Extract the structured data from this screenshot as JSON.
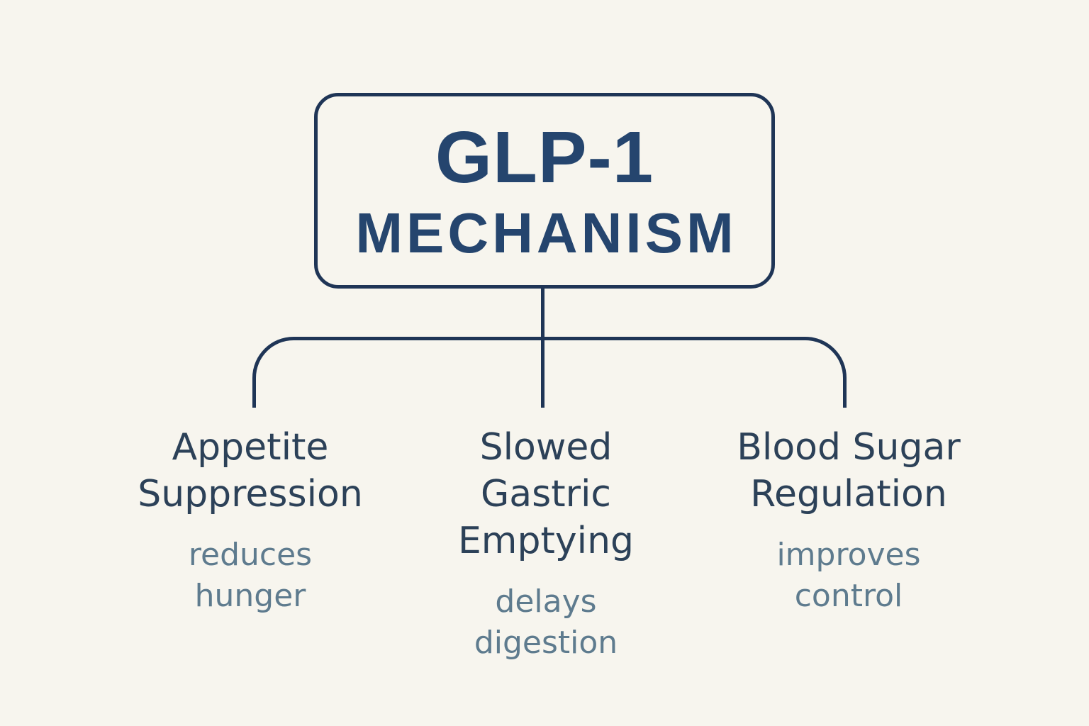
{
  "colors": {
    "background": "#f7f5ee",
    "line": "#1f3556",
    "title": "#25456e",
    "heading": "#2c4158",
    "subtext": "#5e7b8e"
  },
  "root": {
    "title": "GLP-1",
    "subtitle": "MECHANISM"
  },
  "branches": [
    {
      "id": "appetite-suppression",
      "title_lines": [
        "Appetite",
        "Suppression"
      ],
      "subtitle_lines": [
        "reduces",
        "hunger"
      ]
    },
    {
      "id": "slowed-gastric-emptying",
      "title_lines": [
        "Slowed",
        "Gastric",
        "Emptying"
      ],
      "subtitle_lines": [
        "delays",
        "digestion"
      ]
    },
    {
      "id": "blood-sugar-regulation",
      "title_lines": [
        "Blood Sugar",
        "Regulation"
      ],
      "subtitle_lines": [
        "improves",
        "control"
      ]
    }
  ]
}
